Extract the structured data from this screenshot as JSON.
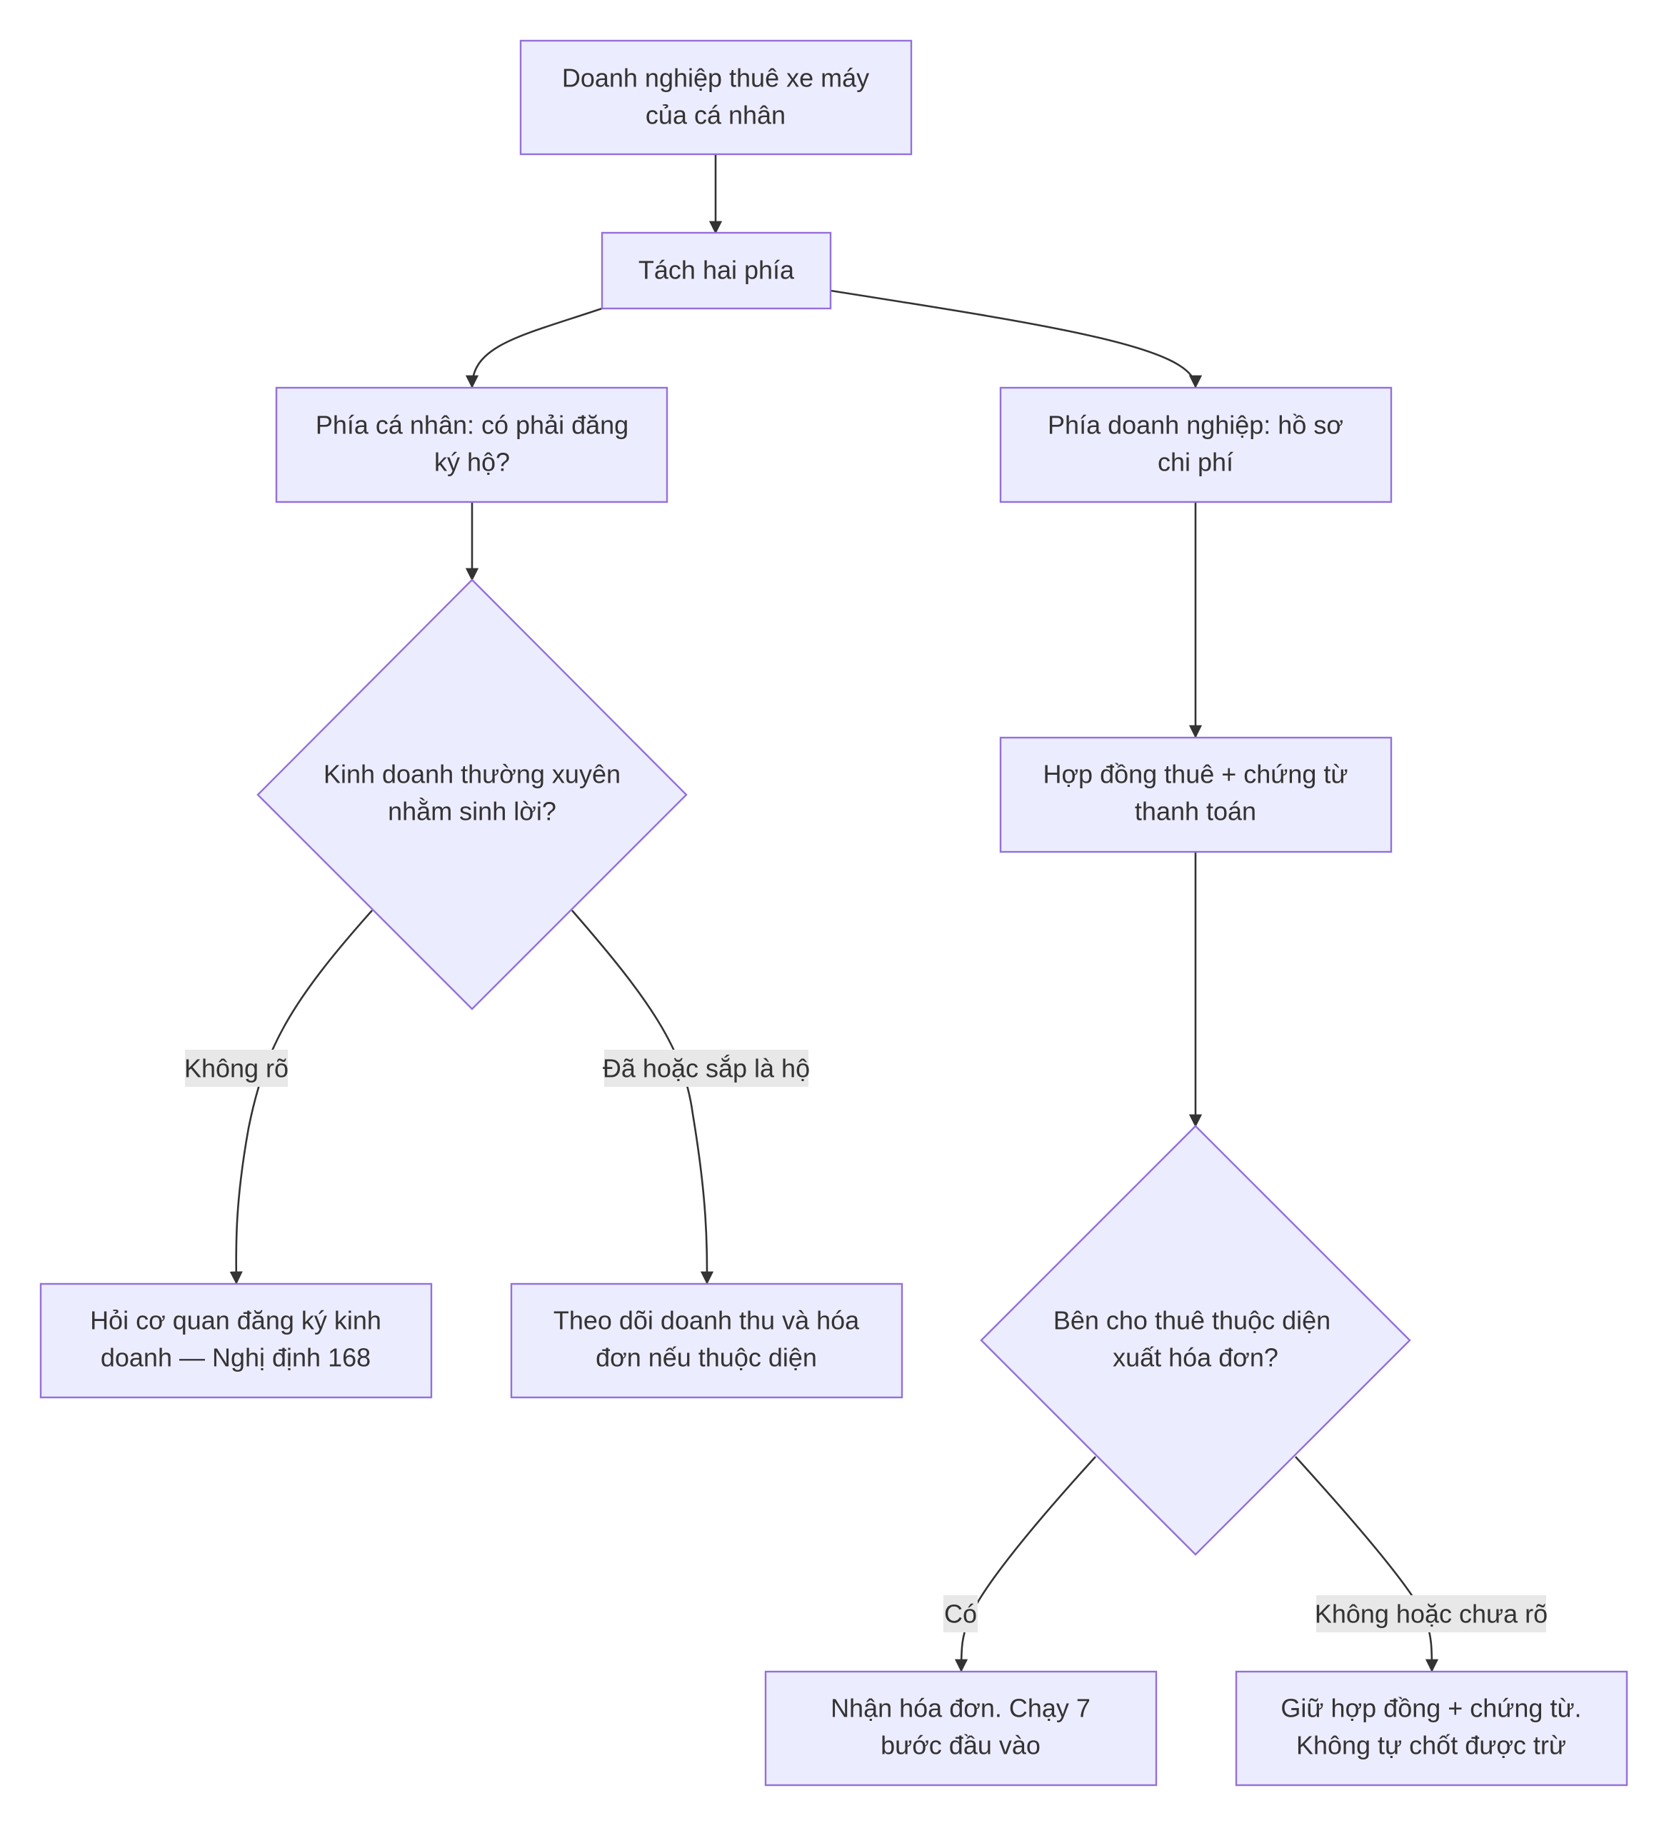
{
  "diagram": {
    "type": "flowchart",
    "colors": {
      "node_fill": "#ececff",
      "node_stroke": "#9370db",
      "edge": "#333333",
      "text": "#333333",
      "edge_label_bg": "#e8e8e8"
    },
    "nodes": {
      "start": {
        "lines": [
          "Doanh nghiệp thuê xe máy",
          "của cá nhân"
        ]
      },
      "split": {
        "lines": [
          "Tách hai phía"
        ]
      },
      "individual": {
        "lines": [
          "Phía cá nhân: có phải đăng",
          "ký hộ?"
        ]
      },
      "business": {
        "lines": [
          "Phía doanh nghiệp: hồ sơ",
          "chi phí"
        ]
      },
      "profit_decision": {
        "lines": [
          "Kinh doanh thường xuyên",
          "nhằm sinh lời?"
        ]
      },
      "contract": {
        "lines": [
          "Hợp đồng thuê + chứng từ",
          "thanh toán"
        ]
      },
      "ask_agency": {
        "lines": [
          "Hỏi cơ quan đăng ký kinh",
          "doanh — Nghị định 168"
        ]
      },
      "track_revenue": {
        "lines": [
          "Theo dõi doanh thu và hóa",
          "đơn nếu thuộc diện"
        ]
      },
      "invoice_decision": {
        "lines": [
          "Bên cho thuê thuộc diện",
          "xuất hóa đơn?"
        ]
      },
      "receive_invoice": {
        "lines": [
          "Nhận hóa đơn. Chạy 7",
          "bước đầu vào"
        ]
      },
      "keep_contract": {
        "lines": [
          "Giữ hợp đồng + chứng từ.",
          "Không tự chốt được trừ"
        ]
      }
    },
    "edge_labels": {
      "unclear": "Không rõ",
      "is_household": "Đã hoặc sắp là hộ",
      "yes": "Có",
      "no_or_unclear": "Không hoặc chưa rõ"
    }
  }
}
